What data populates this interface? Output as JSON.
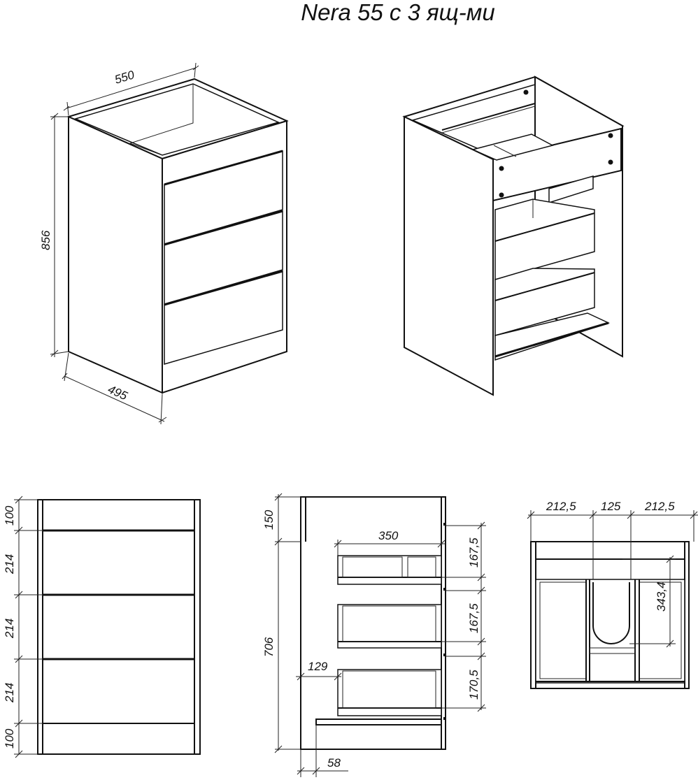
{
  "title": "Nera 55 с 3 ящ-ми",
  "iso_dims": {
    "width": "550",
    "height": "856",
    "depth": "495"
  },
  "front_dims": {
    "top": "100",
    "drawer1": "214",
    "drawer2": "214",
    "drawer3": "214",
    "bottom": "100"
  },
  "side_dims": {
    "top_gap": "150",
    "inner_height": "706",
    "drawer_depth": "350",
    "drawer1": "167,5",
    "drawer2": "167,5",
    "drawer3": "170,5",
    "offset": "129",
    "plinth": "58"
  },
  "top_dims": {
    "left": "212,5",
    "center": "125",
    "right": "212,5",
    "cutout": "343,4"
  }
}
